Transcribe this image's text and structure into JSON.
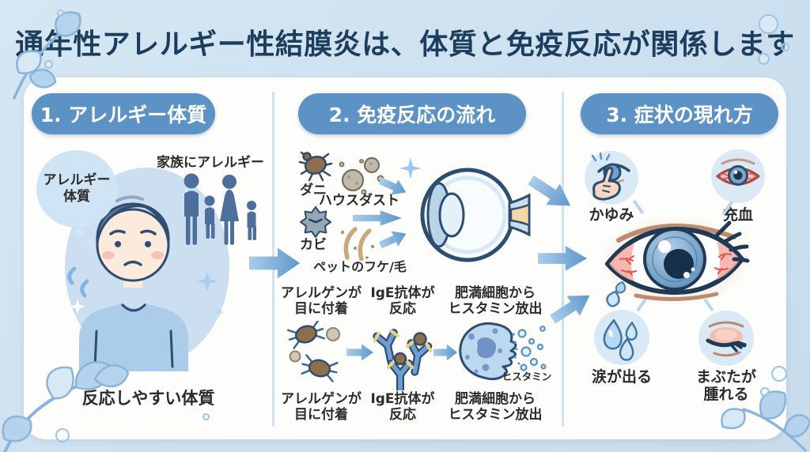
{
  "title": "通年性アレルギー性結膜炎は、体質と免疫反応が関係します",
  "colors": {
    "page_bg": "#cfe2f0",
    "card_bg": "#fdfdfb",
    "header_pill_blue": "#5d92c4",
    "title_navy": "#1d3d5f",
    "body_text": "#2b2b2b",
    "arrow_blue": "#5f97c9",
    "decoration_leaf_blue": "#b5d3ec",
    "symptom_red": "#dd5a52"
  },
  "panel1": {
    "header": "1. アレルギー体質",
    "bubble_line1": "アレルギー",
    "bubble_line2": "体質",
    "family_label": "家族にアレルギー",
    "caption": "反応しやすい体質"
  },
  "panel2": {
    "header": "2. 免疫反応の流れ",
    "allergens": [
      {
        "label": "ダニ"
      },
      {
        "label": "ハウスダスト"
      },
      {
        "label": "カビ"
      },
      {
        "label": "ペットのフケ/毛"
      }
    ],
    "steps": [
      {
        "line1": "アレルゲンが",
        "line2": "目に付着"
      },
      {
        "line1": "IgE抗体が",
        "line2": "反応"
      },
      {
        "line1": "肥満細胞から",
        "line2": "ヒスタミン放出"
      }
    ],
    "histamine_label": "ヒスタミン"
  },
  "panel3": {
    "header": "3. 症状の現れ方",
    "symptoms": [
      {
        "label": "かゆみ"
      },
      {
        "label": "充血"
      },
      {
        "label": "涙が出る"
      },
      {
        "line1": "まぶたが",
        "line2": "腫れる"
      }
    ]
  },
  "icons": {
    "panel1": [
      "thought-bubble",
      "family-silhouette-icon",
      "worried-boy-illustration",
      "sparkle-icon",
      "sweat-drops-icon"
    ],
    "panel2": [
      "mite-icon",
      "house-dust-icon",
      "mold-icon",
      "pet-hair-icon",
      "eye-cross-section-illustration",
      "allergen-cluster-icon",
      "ige-antibody-icon",
      "mast-cell-icon",
      "histamine-dots-icon",
      "flow-arrow"
    ],
    "panel3": [
      "itchy-eye-icon",
      "bloodshot-eye-icon",
      "inflamed-eye-illustration",
      "tears-icon",
      "swollen-eyelid-icon"
    ],
    "decorations": [
      "leaf-branch-decoration",
      "bubble-decoration"
    ]
  }
}
